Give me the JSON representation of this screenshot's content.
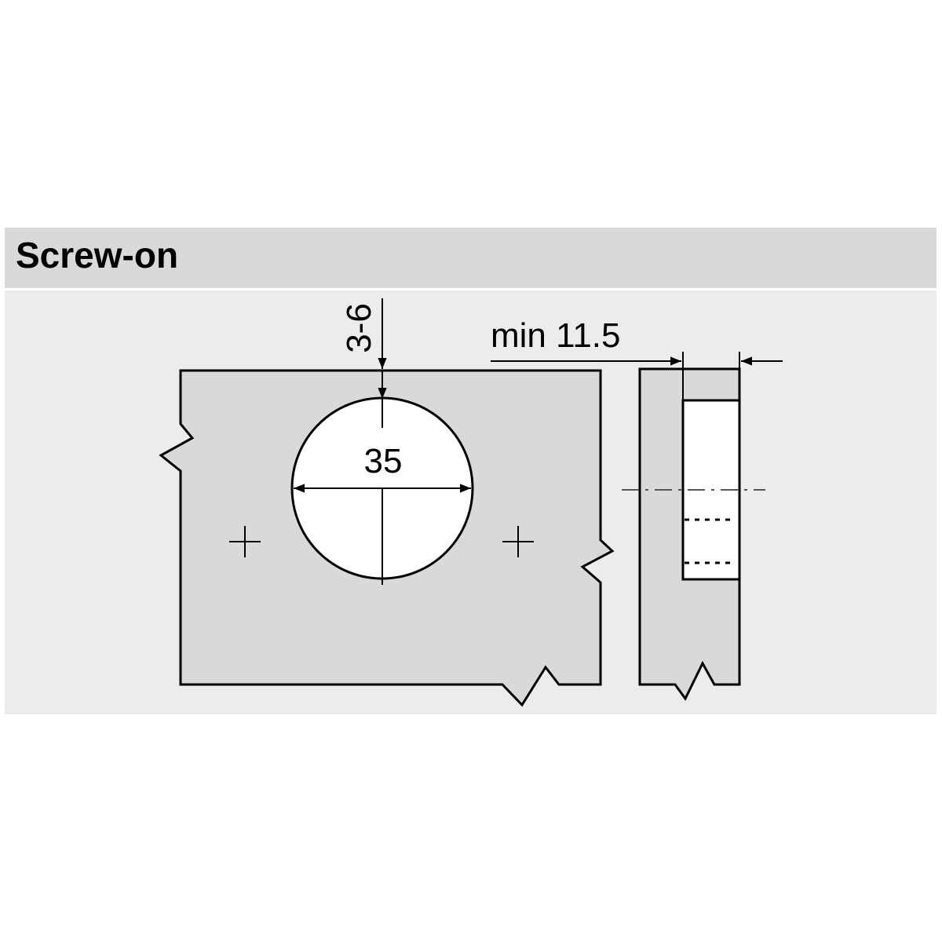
{
  "header": {
    "title": "Screw-on"
  },
  "dimensions": {
    "edge_distance": "3-6",
    "bore_diameter": "35",
    "min_thickness": "min 11.5"
  },
  "colors": {
    "header_bg": "#d9d9d9",
    "panel_bg": "#ececec",
    "part_fill": "#d9d9d9"
  }
}
